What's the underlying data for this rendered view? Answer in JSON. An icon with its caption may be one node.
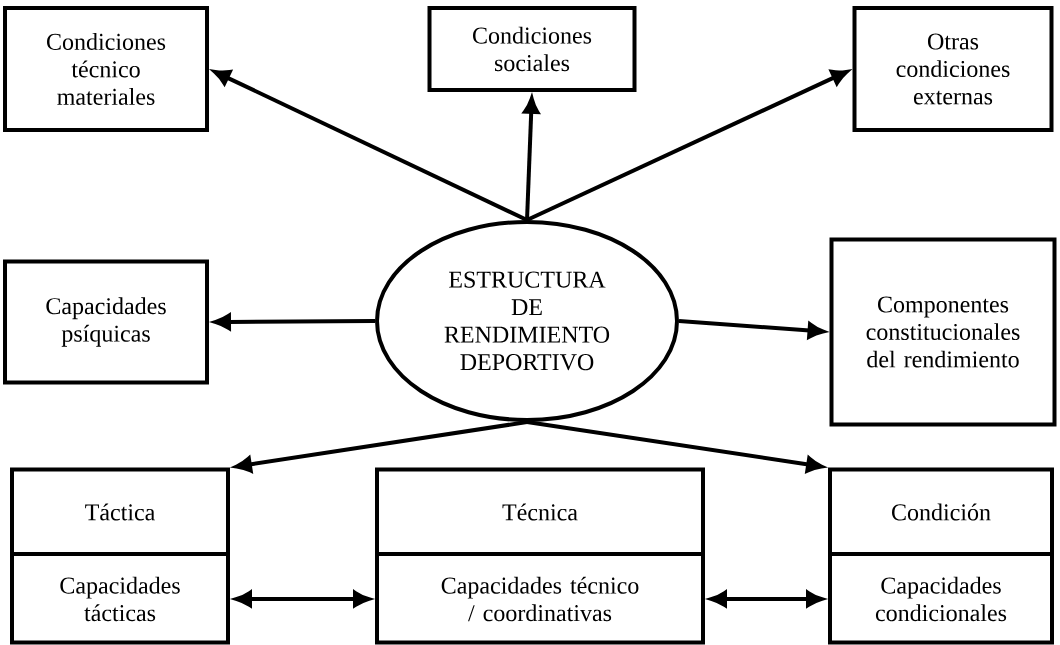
{
  "diagram": {
    "nodes": [
      {
        "text": [
          "Condiciones técnico materiales"
        ]
      },
      {
        "text": [
          "Condiciones sociales"
        ]
      },
      {
        "text": [
          "Otras condiciones externas"
        ]
      },
      {
        "text": [
          "Capacidades psíquicas"
        ]
      },
      {
        "text": [
          "ESTRUCTURA DE RENDIMIENTO DEPORTIVO"
        ]
      },
      {
        "text": [
          "Componentes constitucionales del rendimiento"
        ]
      },
      {
        "text": [
          "Táctica",
          "Capacidades tácticas"
        ]
      },
      {
        "text": [
          "Técnica",
          "Capacidades técnico / coordinativas"
        ]
      },
      {
        "text": [
          "Condición",
          "Capacidades condicionales"
        ]
      }
    ],
    "edges": [
      {
        "from": 4,
        "to": 0,
        "arrow": "to"
      },
      {
        "from": 4,
        "to": 1,
        "arrow": "to"
      },
      {
        "from": 4,
        "to": 2,
        "arrow": "to"
      },
      {
        "from": 4,
        "to": 3,
        "arrow": "to"
      },
      {
        "from": 4,
        "to": 5,
        "arrow": "to"
      },
      {
        "from": 4,
        "to": 6,
        "arrow": "to"
      },
      {
        "from": 4,
        "to": 8,
        "arrow": "to"
      },
      {
        "from": 6,
        "to": 7,
        "arrow": "both"
      },
      {
        "from": 7,
        "to": 8,
        "arrow": "both"
      }
    ]
  }
}
